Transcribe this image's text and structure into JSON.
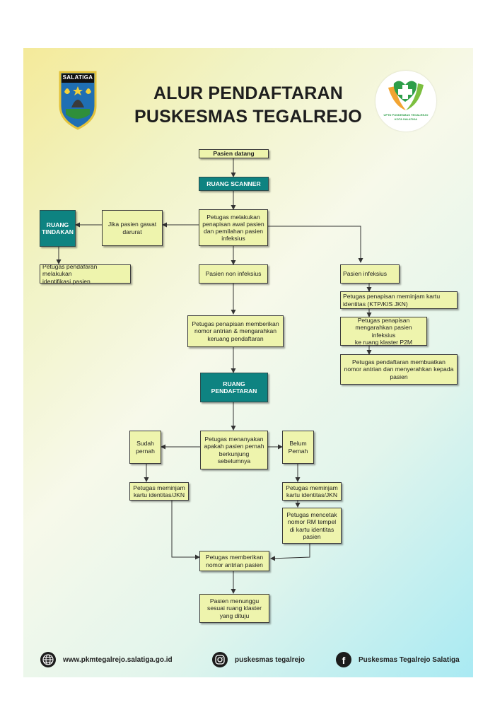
{
  "header": {
    "title_line1": "ALUR PENDAFTARAN",
    "title_line2": "PUSKESMAS TEGALREJO",
    "left_logo_text": "SALATIGA",
    "right_logo_text1": "UPTD PUSKESMAS TEGALREJO",
    "right_logo_text2": "KOTA SALATIGA"
  },
  "flow": {
    "pasien_datang": "Pasien datang",
    "ruang_scanner": "RUANG SCANNER",
    "penapisan_awal": "Petugas melakukan\npenapisan awal pasien\ndan pemilahan pasien\ninfeksius",
    "gawat_darurat": "Jika pasien gawat\ndarurat",
    "ruang_tindakan": "RUANG\nTINDAKAN",
    "identifikasi": "Petugas pendafaran melakukan\nidentifikasi pasien",
    "non_infeksius": "Pasien non infeksius",
    "infeksius": "Pasien infeksius",
    "pinjam_ktp": "Petugas penapisan meminjam kartu\nidentitas (KTP/KIS JKN)",
    "arahkan_p2m": "Petugas penapisan\nmengarahkan pasien infeksius\nke ruang klaster P2M",
    "antrian_infeksius": "Petugas pendaftaran membuatkan\nnomor antrian dan menyerahkan kepada\npasien",
    "nomor_antrian": "Petugas penapisan memberikan\nnomor antrian  & mengarahkan\nkeruang pendaftaran",
    "ruang_pendaftaran": "RUANG PENDAFTARAN",
    "tanya": "Petugas menanyakan\napakah pasien pernah\nberkunjung\nsebelumnya",
    "sudah_pernah": "Sudah\npernah",
    "belum_pernah": "Belum\nPernah",
    "pinjam_kartu_sudah": "Petugas meminjam\nkartu identitas/JKN",
    "pinjam_kartu_belum": "Petugas meminjam\nkartu identitas/JKN",
    "cetak_rm": "Petugas mencetak\nnomor RM tempel\ndi kartu identitas\npasien",
    "beri_antrian": "Petugas memberikan\nnomor antrian pasien",
    "menunggu": "Pasien menunggu\nsesuai ruang klaster\nyang dituju"
  },
  "footer": {
    "website": "www.pkmtegalrejo.salatiga.go.id",
    "instagram": "puskesmas tegalrejo",
    "facebook": "Puskesmas Tegalrejo Salatiga",
    "website_icon": "globe-icon",
    "instagram_icon": "instagram-icon",
    "facebook_icon": "facebook-icon"
  },
  "colors": {
    "box_fill": "#eef4ad",
    "room_fill": "#0e8381",
    "line": "#333333"
  }
}
